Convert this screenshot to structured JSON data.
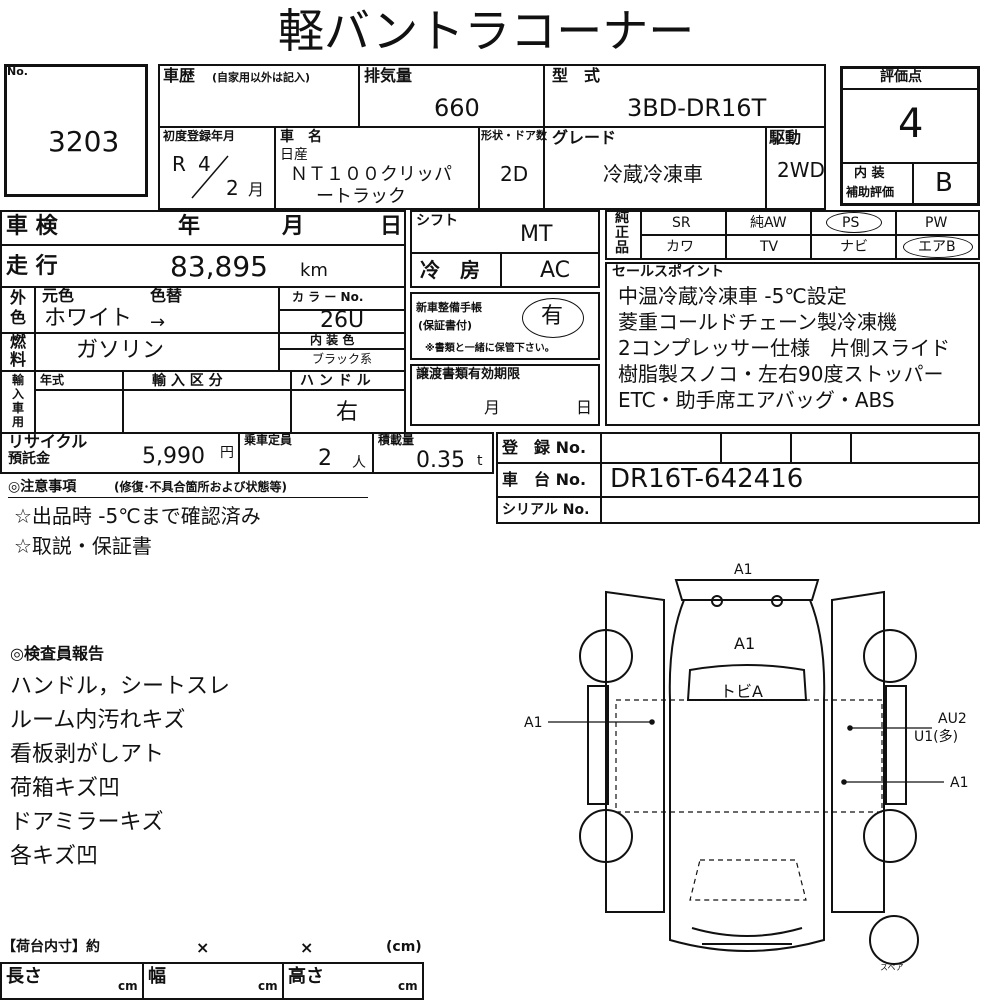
{
  "title": "軽バントラコーナー",
  "lot": {
    "label": "No.",
    "number": "3203"
  },
  "history": {
    "label": "車歴",
    "note": "(自家用以外は記入)"
  },
  "displacement": {
    "label": "排気量",
    "value": "660"
  },
  "model": {
    "label": "型　式",
    "value": "3BD-DR16T"
  },
  "first_reg": {
    "label": "初度登録年月",
    "era": "R",
    "year": "4",
    "month": "2",
    "month_unit": "月"
  },
  "car_name": {
    "label": "車　名",
    "maker": "日産",
    "name_line1": "ＮＴ１００クリッパ",
    "name_line2": "ートラック"
  },
  "shape": {
    "label": "形状・ドア数",
    "value": "2D"
  },
  "grade": {
    "label": "グレード",
    "value": "冷蔵冷凍車"
  },
  "drive": {
    "label": "駆動",
    "value": "2WD"
  },
  "rating": {
    "label": "評価点",
    "score": "4",
    "interior_label1": "内 装",
    "interior_label2": "補助評価",
    "interior_value": "B"
  },
  "inspection": {
    "label": "車 検",
    "year": "年",
    "month": "月",
    "day": "日"
  },
  "shift": {
    "label": "シフト",
    "value": "MT"
  },
  "mileage": {
    "label": "走 行",
    "value": "83,895",
    "unit": "km"
  },
  "aircon": {
    "label": "冷　房",
    "value": "AC"
  },
  "color": {
    "side1": "外",
    "side2": "色",
    "orig_label": "元色",
    "change_label": "色替",
    "orig_value": "ホワイト",
    "arrow": "→",
    "code_label": "カ ラ ー No.",
    "code_value": "26U",
    "interior_label": "内 装 色",
    "interior_value": "ブラック系"
  },
  "fuel": {
    "side1": "燃",
    "side2": "料",
    "value": "ガソリン"
  },
  "maintenance": {
    "label1": "新車整備手帳",
    "label2": "(保証書付)",
    "value": "有",
    "note": "※書類と一緒に保管下さい。"
  },
  "equipment": {
    "side": [
      "純",
      "正",
      "品"
    ],
    "row1": [
      {
        "t": "SR",
        "c": false
      },
      {
        "t": "純AW",
        "c": false
      },
      {
        "t": "PS",
        "c": true
      },
      {
        "t": "PW",
        "c": false
      }
    ],
    "row2": [
      {
        "t": "カワ",
        "c": false
      },
      {
        "t": "TV",
        "c": false
      },
      {
        "t": "ナビ",
        "c": false
      },
      {
        "t": "エアB",
        "c": true
      }
    ]
  },
  "sales_points": {
    "label": "セールスポイント",
    "lines": [
      "中温冷蔵冷凍車 -5℃設定",
      "菱重コールドチェーン製冷凍機",
      "2コンプレッサー仕様　片側スライド",
      "樹脂製スノコ・左右90度ストッパー",
      "ETC・助手席エアバッグ・ABS"
    ]
  },
  "import": {
    "side": [
      "輸",
      "入",
      "車",
      "用"
    ],
    "year_label": "年式",
    "kind_label": "輸 入 区 分",
    "handle_label": "ハ ン ド ル",
    "handle_value": "右"
  },
  "transfer": {
    "label": "譲渡書類有効期限",
    "month": "月",
    "day": "日"
  },
  "recycle": {
    "label1": "リサイクル",
    "label2": "預託金",
    "value": "5,990",
    "unit": "円"
  },
  "capacity": {
    "label": "乗車定員",
    "value": "2",
    "unit": "人"
  },
  "load": {
    "label": "積載量",
    "value": "0.35",
    "unit": "t"
  },
  "registration": {
    "label": "登　録 No."
  },
  "chassis": {
    "label": "車　台 No.",
    "value": "DR16T-642416"
  },
  "serial": {
    "label": "シリアル No."
  },
  "notes": {
    "label": "◎注意事項",
    "sub": "(修復･不具合箇所および状態等)",
    "lines": [
      "☆出品時 -5℃まで確認済み",
      "☆取説・保証書"
    ]
  },
  "inspector": {
    "label": "◎検査員報告",
    "lines": [
      "ハンドル，シートスレ",
      "ルーム内汚れキズ",
      "看板剥がしアト",
      "荷箱キズ凹",
      "ドアミラーキズ",
      "各キズ凹"
    ]
  },
  "diagram": {
    "front": "A1",
    "roof": "A1",
    "windshield": "トビA",
    "left": "A1",
    "right1": "AU2",
    "right2": "U1(多)",
    "right3": "A1",
    "spare": "スペア"
  },
  "cargo": {
    "label": "【荷台内寸】約",
    "x1": "×",
    "x2": "×",
    "unit": "(cm)",
    "length": "長さ",
    "width": "幅",
    "height": "高さ",
    "cm": "cm"
  }
}
